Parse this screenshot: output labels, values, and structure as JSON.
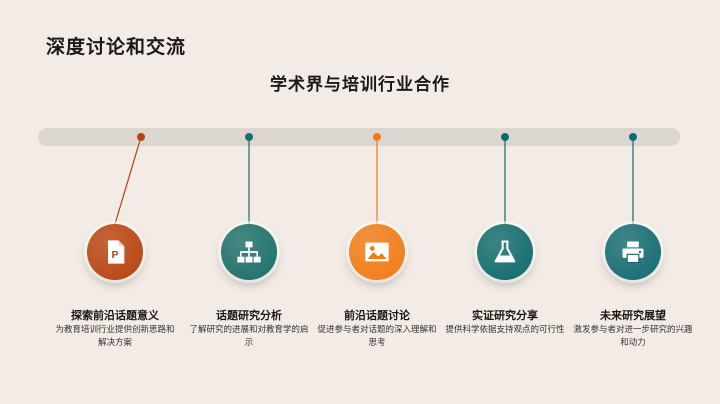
{
  "page": {
    "title": "深度讨论和交流",
    "subtitle": "学术界与培训行业合作"
  },
  "steps": [
    {
      "title": "探索前沿话题意义",
      "desc": "为教育培训行业提供创新思路和解决方案",
      "color": "#b8420e",
      "icon": "presentation-file-icon"
    },
    {
      "title": "话题研究分析",
      "desc": "了解研究的进展和对教育学的启示",
      "color": "#1a6f68",
      "icon": "sitemap-icon"
    },
    {
      "title": "前沿话题讨论",
      "desc": "促进参与者对话题的深入理解和思考",
      "color": "#f27a12",
      "icon": "image-icon"
    },
    {
      "title": "实证研究分享",
      "desc": "提供科学依据支持观点的可行性",
      "color": "#0d6b6b",
      "icon": "flask-icon"
    },
    {
      "title": "未来研究展望",
      "desc": "激发参与者对进一步研究的兴趣和动力",
      "color": "#136a73",
      "icon": "printer-icon"
    }
  ]
}
